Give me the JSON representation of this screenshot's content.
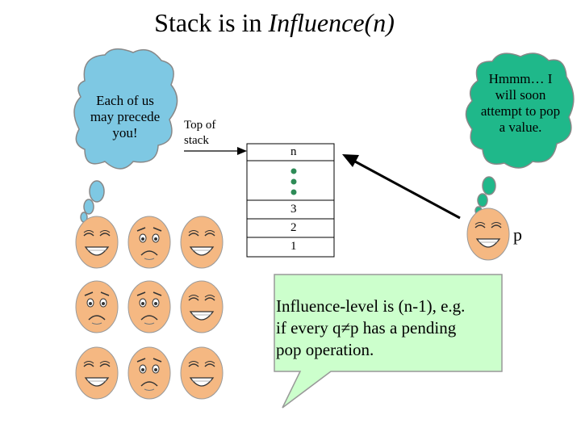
{
  "title": {
    "prefix": "Stack is in ",
    "italic": "Influence(n)"
  },
  "left_cloud": {
    "lines": [
      "Each of us",
      "may precede",
      "you!"
    ],
    "color": "#7ec8e3"
  },
  "right_cloud": {
    "lines": [
      "Hmmm… I",
      "will soon",
      "attempt to pop",
      "a value."
    ],
    "color": "#1fb88a"
  },
  "top_of_stack_label": {
    "line1": "Top of",
    "line2": "stack"
  },
  "stack": {
    "top": "n",
    "cells": [
      "3",
      "2",
      "1"
    ],
    "dots_color": "#2e8b57"
  },
  "process_label": "p",
  "callout": {
    "lines": [
      "Influence-level is (n-1), e.g.",
      "if every q≠p has a pending",
      "pop operation."
    ],
    "color": "#ccffcc"
  },
  "face_colors": {
    "skin": "#f5b882",
    "outline": "#9a9a9a"
  },
  "faces": [
    [
      "happy",
      "sad",
      "happy"
    ],
    [
      "sad",
      "sad",
      "happy"
    ],
    [
      "happy",
      "sad",
      "happy"
    ]
  ]
}
